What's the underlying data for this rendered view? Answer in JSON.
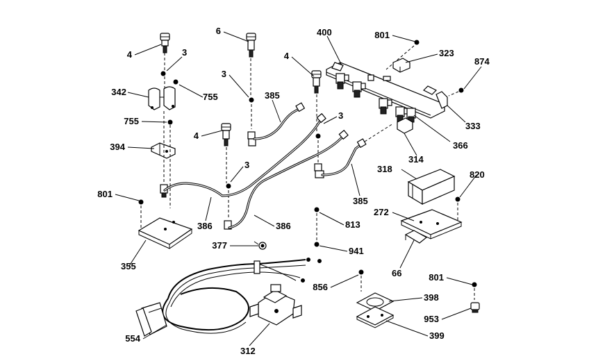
{
  "labels": {
    "l4a": "4",
    "l3a": "3",
    "l342": "342",
    "l755a": "755",
    "l755b": "755",
    "l394": "394",
    "l6": "6",
    "l3b": "3",
    "l385a": "385",
    "l4b": "4",
    "l3c": "3",
    "l4c": "4",
    "l3d": "3",
    "l400": "400",
    "l801a": "801",
    "l323": "323",
    "l874": "874",
    "l333": "333",
    "l366": "366",
    "l314": "314",
    "l318": "318",
    "l820": "820",
    "l385b": "385",
    "l272": "272",
    "l801b": "801",
    "l386a": "386",
    "l386b": "386",
    "l813": "813",
    "l941": "941",
    "l377": "377",
    "l355": "355",
    "l66": "66",
    "l856": "856",
    "l801c": "801",
    "l398": "398",
    "l953": "953",
    "l554": "554",
    "l312": "312",
    "l399": "399"
  }
}
